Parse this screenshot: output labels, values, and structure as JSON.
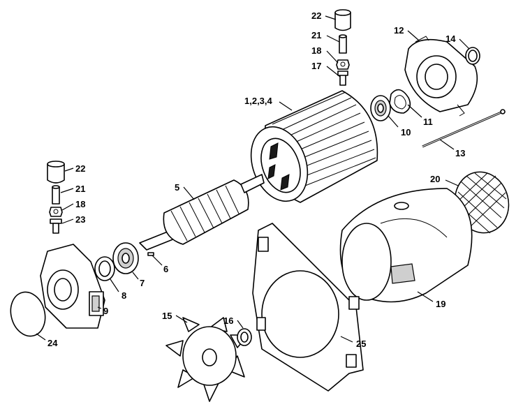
{
  "callouts": [
    {
      "id": "c22a",
      "text": "22"
    },
    {
      "id": "c21a",
      "text": "21"
    },
    {
      "id": "c18a",
      "text": "18"
    },
    {
      "id": "c17",
      "text": "17"
    },
    {
      "id": "c1234",
      "text": "1,2,3,4"
    },
    {
      "id": "c12",
      "text": "12"
    },
    {
      "id": "c14",
      "text": "14"
    },
    {
      "id": "c10",
      "text": "10"
    },
    {
      "id": "c11",
      "text": "11"
    },
    {
      "id": "c13",
      "text": "13"
    },
    {
      "id": "c20",
      "text": "20"
    },
    {
      "id": "c22b",
      "text": "22"
    },
    {
      "id": "c21b",
      "text": "21"
    },
    {
      "id": "c18b",
      "text": "18"
    },
    {
      "id": "c23",
      "text": "23"
    },
    {
      "id": "c5",
      "text": "5"
    },
    {
      "id": "c6",
      "text": "6"
    },
    {
      "id": "c7",
      "text": "7"
    },
    {
      "id": "c8",
      "text": "8"
    },
    {
      "id": "c9",
      "text": "9"
    },
    {
      "id": "c24",
      "text": "24"
    },
    {
      "id": "c19",
      "text": "19"
    },
    {
      "id": "c15",
      "text": "15"
    },
    {
      "id": "c16",
      "text": "16"
    },
    {
      "id": "c25",
      "text": "25"
    }
  ]
}
